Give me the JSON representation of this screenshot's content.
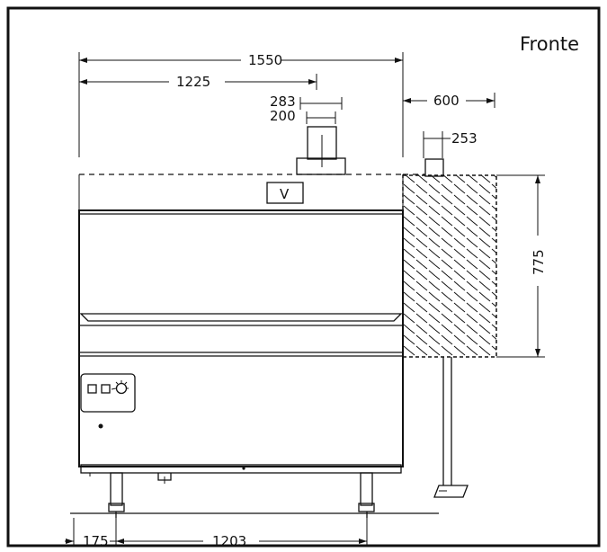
{
  "title": "Fronte",
  "unit_label": "V",
  "dimensions": {
    "overall_width": "1550",
    "width_1225": "1225",
    "offset_283": "283",
    "offset_200": "200",
    "side_600": "600",
    "pipe_253": "253",
    "height_775": "775",
    "foot_175": "175",
    "foot_span_1203": "1203"
  },
  "colors": {
    "line": "#111111",
    "background": "#ffffff"
  },
  "icons": [
    "control-button-icon",
    "control-button-icon",
    "thermostat-knob-icon",
    "indicator-lamp-icon"
  ]
}
